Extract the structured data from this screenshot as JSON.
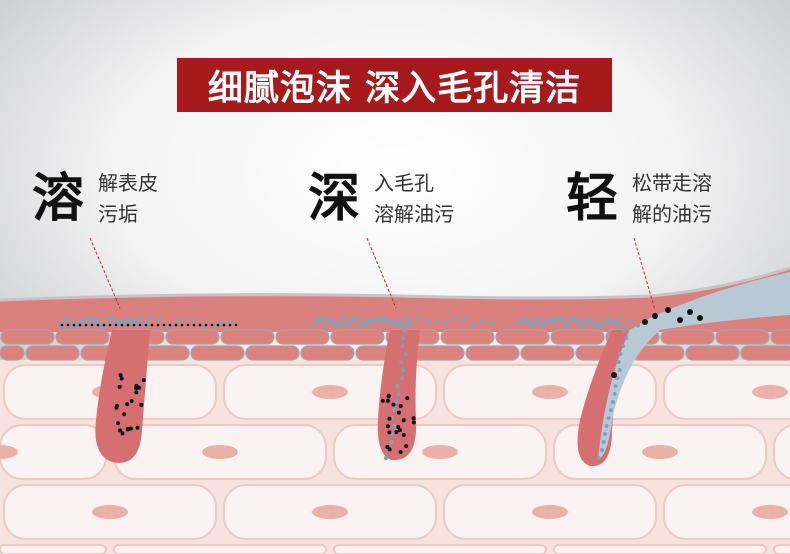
{
  "banner": {
    "title": "细腻泡沫 深入毛孔清洁"
  },
  "labels": [
    {
      "big": "溶",
      "line1": "解表皮",
      "line2": "污垢"
    },
    {
      "big": "深",
      "line1": "入毛孔",
      "line2": "溶解油污"
    },
    {
      "big": "轻",
      "line1": "松带走溶",
      "line2": "解的油污"
    }
  ],
  "colors": {
    "banner": "#a61a1e",
    "skin": "#d8817f",
    "foam": "#7ea3bd",
    "dirt": "#111111",
    "leader": "#c4262a"
  }
}
